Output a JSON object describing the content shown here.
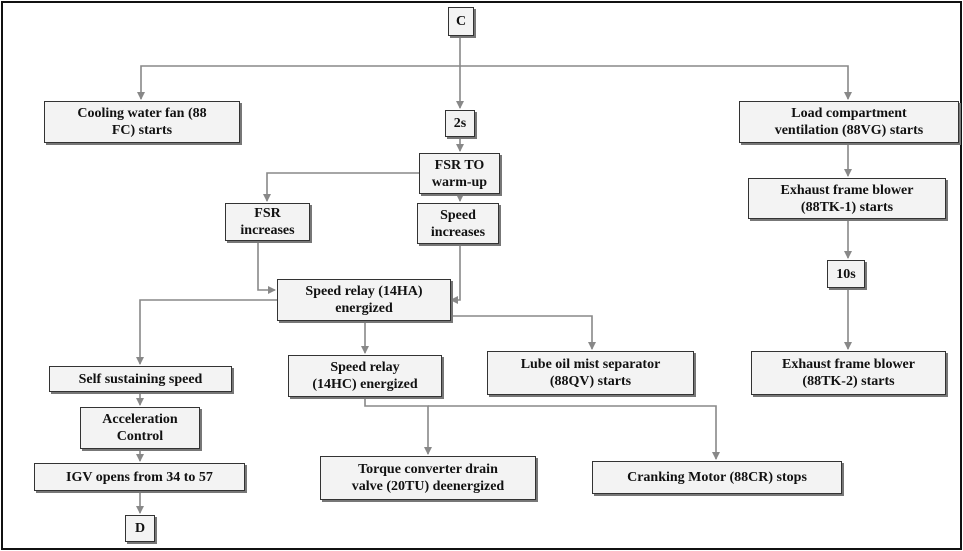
{
  "nodes": {
    "c": "C",
    "cooling": "Cooling water fan (88\nFC) starts",
    "delay2": "2s",
    "load": "Load compartment\nventilation (88VG) starts",
    "fsr_to": "FSR TO\nwarm-up",
    "exhaust1": "Exhaust frame blower\n(88TK-1) starts",
    "fsr_inc": "FSR\nincreases",
    "speed_inc": "Speed\nincreases",
    "delay10": "10s",
    "relay14ha": "Speed relay (14HA)\nenergized",
    "self_sustaining": "Self sustaining speed",
    "relay14hc": "Speed relay\n(14HC) energized",
    "lube": "Lube oil mist separator\n(88QV) starts",
    "exhaust2": "Exhaust frame blower\n(88TK-2) starts",
    "accel": "Acceleration\nControl",
    "igv": "IGV opens from 34 to 57",
    "torque": "Torque converter drain\nvalve (20TU) deenergized",
    "cranking": "Cranking Motor (88CR) stops",
    "d": "D"
  },
  "colors": {
    "line": "#888888",
    "box_fill": "#f3f3f3",
    "box_border": "#333333"
  }
}
